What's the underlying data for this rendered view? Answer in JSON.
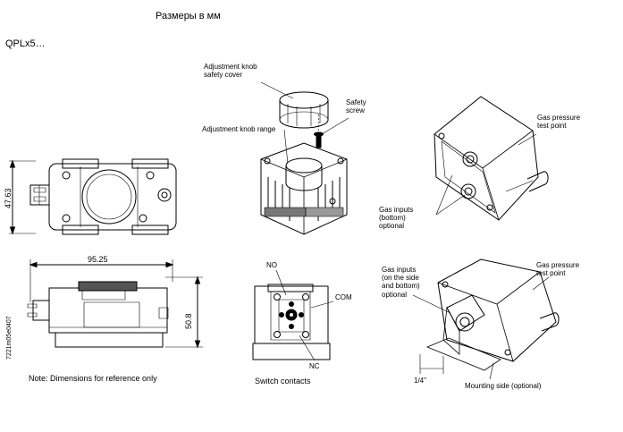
{
  "heading": "Размеры в мм",
  "model": "QPLx5…",
  "dimensions": {
    "height_left": "47.63",
    "width_bottom": "95.25",
    "height_right": "50.8",
    "drawing_code": "7221m05e0407",
    "note": "Note: Dimensions for reference only"
  },
  "exploded_view": {
    "knob_cover": "Adjustment knob\nsafety cover",
    "safety_screw": "Safety\nscrew",
    "knob_range": "Adjustment knob range"
  },
  "switch_view": {
    "no": "NO",
    "com": "COM",
    "nc": "NC",
    "caption": "Switch contacts"
  },
  "iso_top": {
    "gas_pressure": "Gas pressure\ntest point",
    "gas_inputs": "Gas inputs\n(bottom)\noptional"
  },
  "iso_bottom": {
    "gas_inputs": "Gas inputs\n(on the side\n and bottom)\noptional",
    "gas_pressure": "Gas pressure\ntest point",
    "thread": "1/4\"",
    "mounting_side": "Mounting side  (optional)"
  }
}
